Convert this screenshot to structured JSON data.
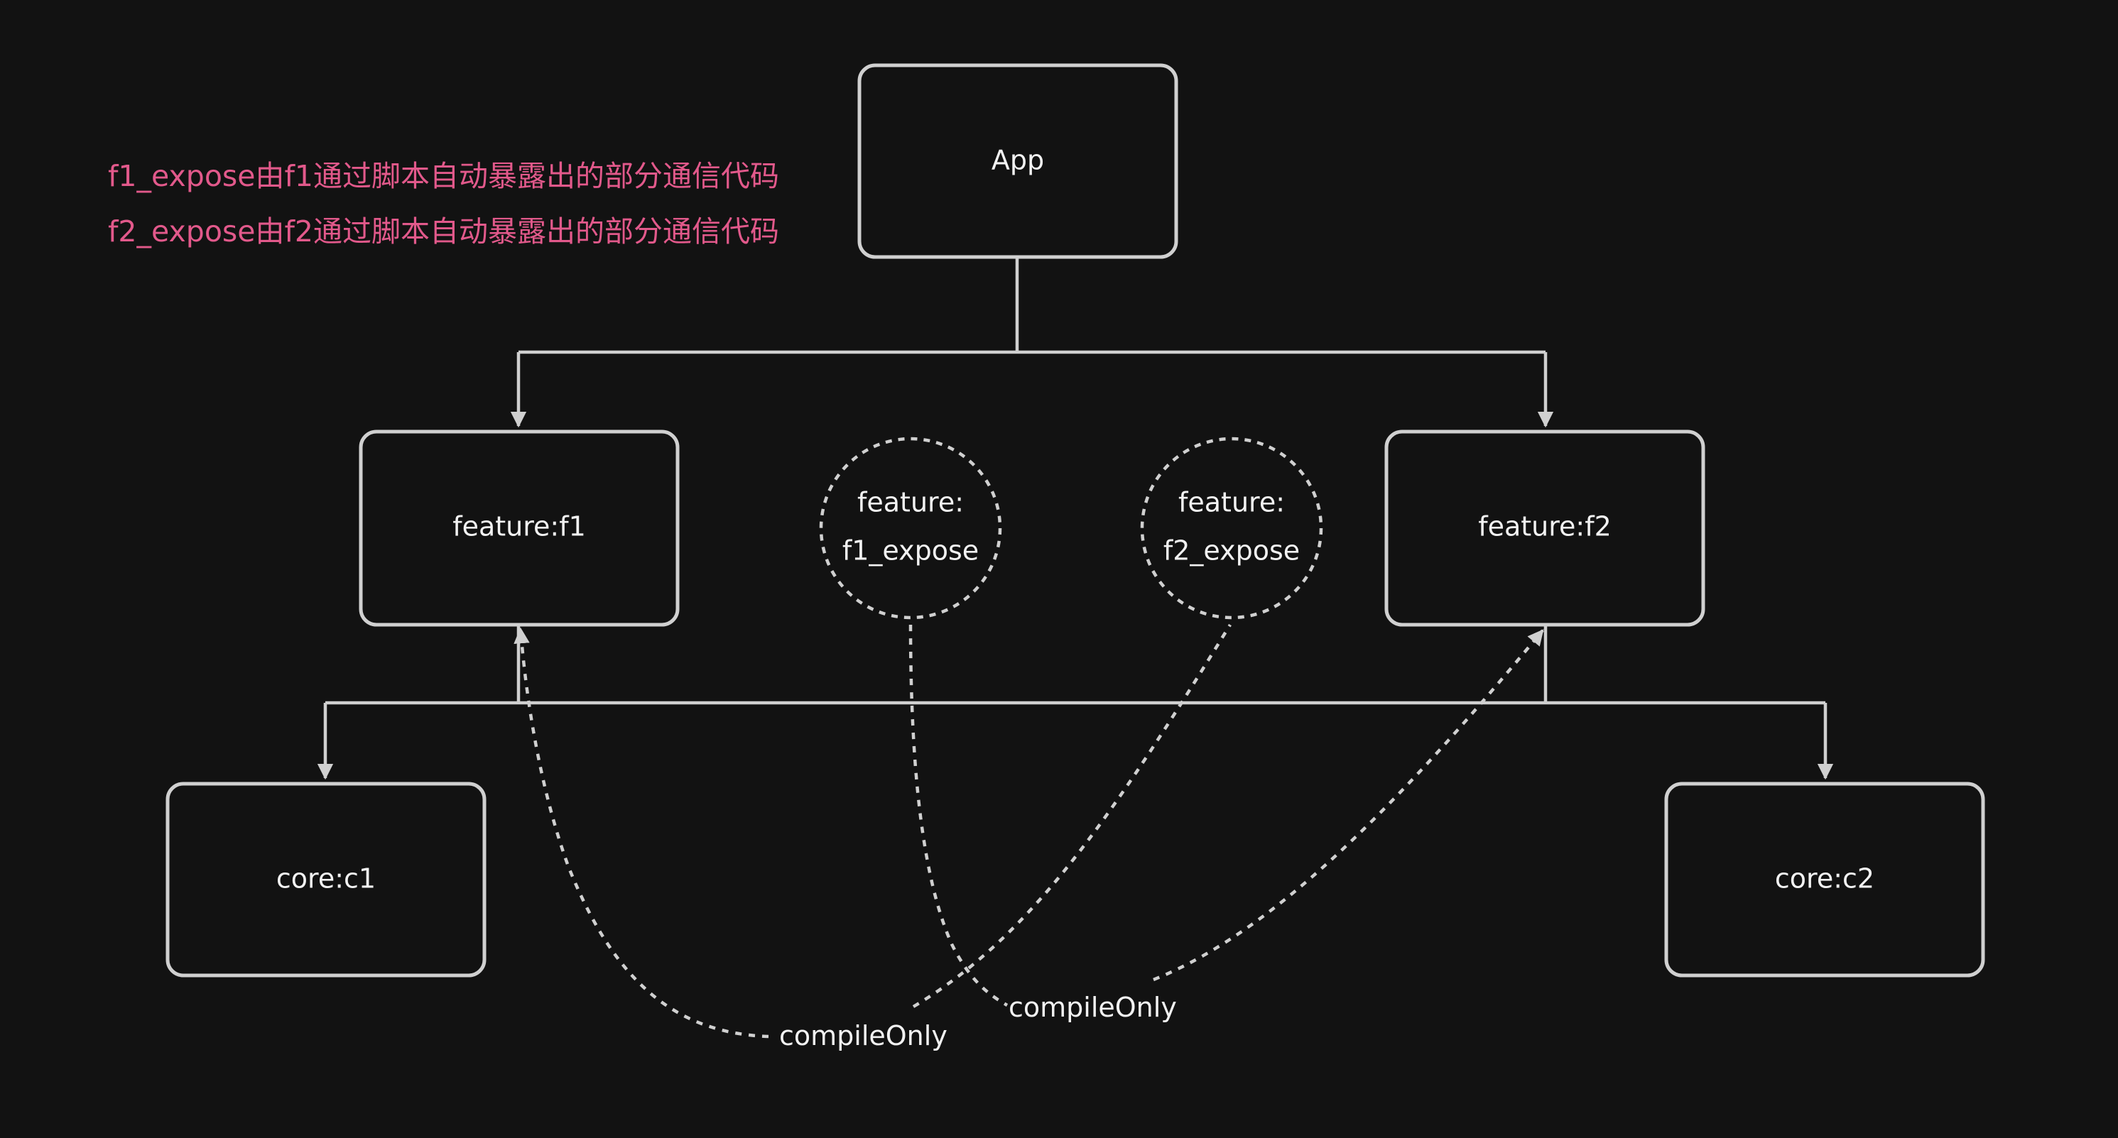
{
  "notes": [
    "f1_expose由f1通过脚本自动暴露出的部分通信代码",
    "f2_expose由f2通过脚本自动暴露出的部分通信代码"
  ],
  "nodes": {
    "app": "App",
    "feature_f1": "feature:f1",
    "feature_f2": "feature:f2",
    "f1_expose": {
      "line1": "feature:",
      "line2": "f1_expose"
    },
    "f2_expose": {
      "line1": "feature:",
      "line2": "f2_expose"
    },
    "core_c1": "core:c1",
    "core_c2": "core:c2"
  },
  "edge_labels": {
    "compile_only_1": "compileOnly",
    "compile_only_2": "compileOnly"
  },
  "colors": {
    "background": "#121212",
    "stroke": "#d0d0d0",
    "text": "#f2f2f2",
    "note": "#e2598b"
  }
}
